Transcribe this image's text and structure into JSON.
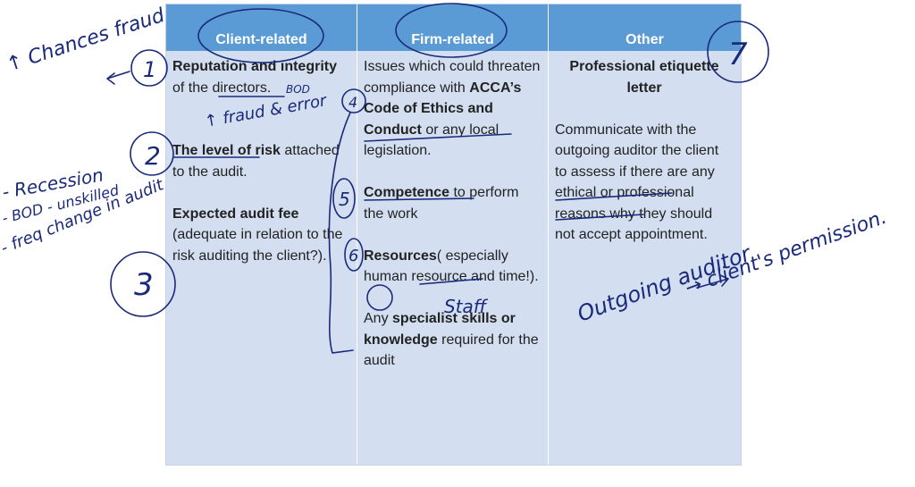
{
  "table": {
    "headers": [
      "Client-related",
      "Firm-related",
      "Other"
    ],
    "client": {
      "reputation_bold": "Reputation and integrity",
      "reputation_rest": " of the directors.",
      "risk_bold": "The level of risk",
      "risk_rest": " attached to the audit.",
      "fee_bold": "Expected audit fee",
      "fee_rest": "(adequate in relation to the risk auditing the client?)."
    },
    "firm": {
      "compliance_pre": "Issues which could threaten compliance with ",
      "compliance_bold": "ACCA’s Code of Ethics and Conduct",
      "compliance_post": " or any local legislation.",
      "competence_bold": "Competence",
      "competence_rest": " to perform the work",
      "resources_bold": "Resources",
      "resources_rest": "( especially human resource and time!).",
      "skills_pre": "Any ",
      "skills_bold": "specialist skills or knowledge",
      "skills_post": " required for the audit"
    },
    "other": {
      "title": "Professional etiquette letter",
      "body": "Communicate with the outgoing auditor the client to assess if there are any ethical or professional reasons why they should not accept appointment."
    }
  },
  "annotations": {
    "chances_fraud": "↑ Chances fraud",
    "fraud_error": "↑ fraud & error",
    "bod_note": "BOD",
    "recession": "- Recession",
    "bod_unskilled": "- BOD - unskilled",
    "freq_change": "- freq change in audit",
    "staff": "Staff",
    "outgoing_auditor": "Outgoing auditor",
    "clients_permission": "→ client's permission.",
    "numbers": [
      "1",
      "2",
      "3",
      "4",
      "5",
      "6",
      "7"
    ]
  }
}
